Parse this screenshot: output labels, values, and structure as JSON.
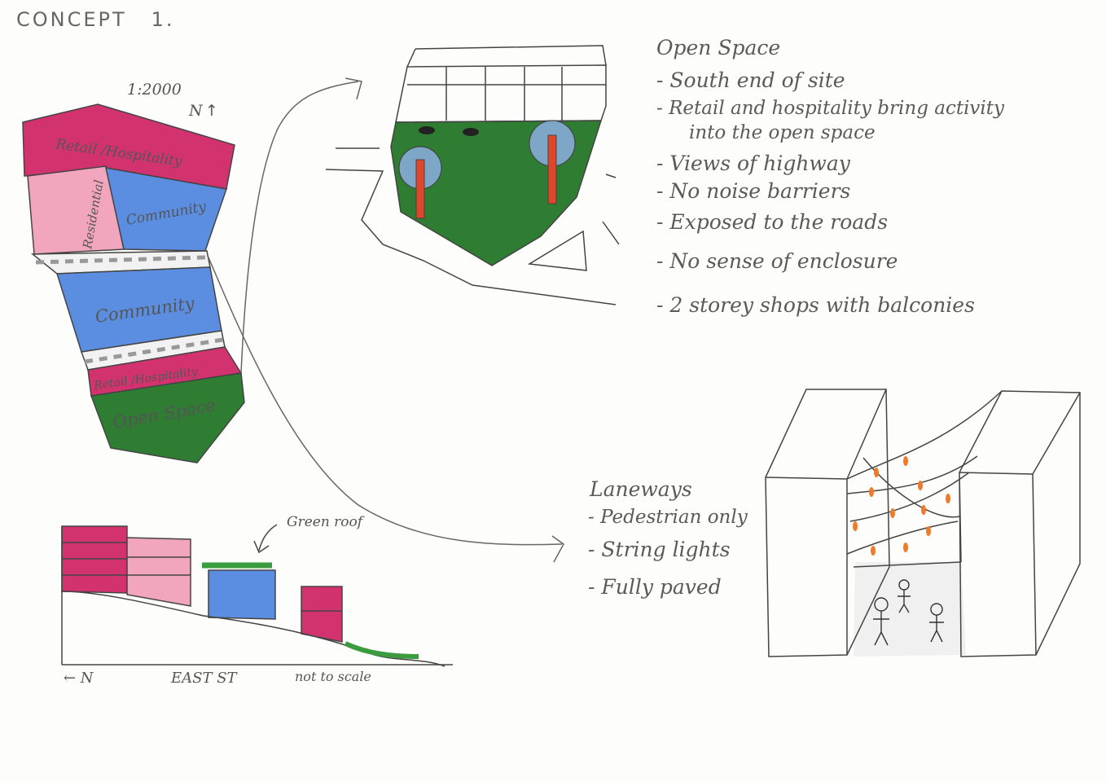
{
  "header": {
    "title": "CONCEPT",
    "number": "1."
  },
  "site_plan": {
    "scale": "1:2000",
    "north": "N",
    "zones": {
      "retail_top": "Retail /Hospitality",
      "residential": "Residential",
      "community_top": "Community",
      "community_mid": "Community",
      "retail_bottom": "Retail /Hospitality",
      "open_space": "Open Space"
    }
  },
  "section": {
    "green_roof": "Green roof",
    "direction": "← N",
    "street": "EAST ST",
    "scale_note": "not to scale"
  },
  "open_space_notes": {
    "heading": "Open Space",
    "items": [
      "- South end of site",
      "- Retail and hospitality bring activity",
      "into the open space",
      "- Views of highway",
      "- No noise barriers",
      "- Exposed to the roads",
      "- No sense of enclosure",
      "- 2 storey shops with balconies"
    ]
  },
  "laneway_notes": {
    "heading": "Laneways",
    "items": [
      "- Pedestrian only",
      "- String lights",
      "- Fully paved"
    ]
  },
  "colors": {
    "retail": "#d2336f",
    "residential": "#f2a6bd",
    "community": "#5b8ee0",
    "open_space": "#2e7d32",
    "road": "#f2f2f2",
    "trunk": "#e0462a",
    "light": "#f07a2a"
  }
}
